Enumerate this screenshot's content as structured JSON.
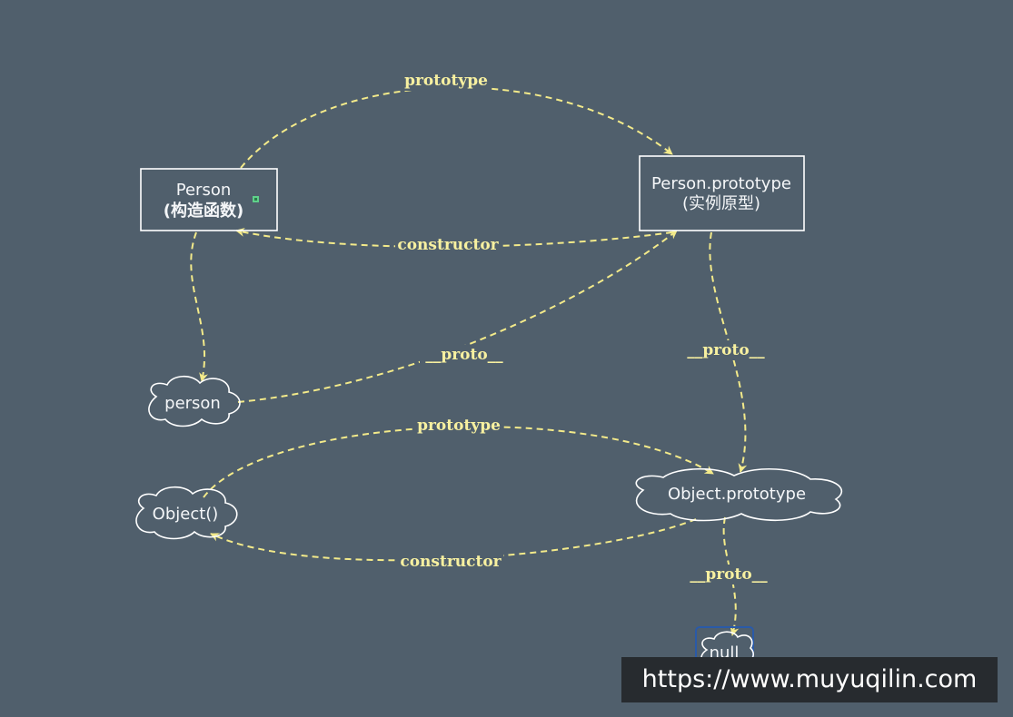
{
  "nodes": {
    "person_constructor": {
      "line1": "Person",
      "line2": "(构造函数)"
    },
    "person_prototype": {
      "line1": "Person.prototype",
      "line2": "(实例原型)"
    },
    "person_instance": {
      "label": "person"
    },
    "object_constructor": {
      "label": "Object()"
    },
    "object_prototype": {
      "label": "Object.prototype"
    },
    "null_node": {
      "label": "null"
    }
  },
  "edges": {
    "person_prototype_link": "prototype",
    "person_constructor_link": "constructor",
    "instance_proto_link": "__proto__",
    "prototype_proto_link": "__proto__",
    "object_prototype_link": "prototype",
    "object_constructor_link": "constructor",
    "null_proto_link": "__proto__"
  },
  "colors": {
    "background": "#505f6c",
    "edge": "#f3ea8a",
    "node_border": "#ffffff",
    "selection_frame": "#2a5aa8",
    "marker": "#5fd08a"
  },
  "watermark": {
    "text": "https://www.muyuqilin.com"
  }
}
